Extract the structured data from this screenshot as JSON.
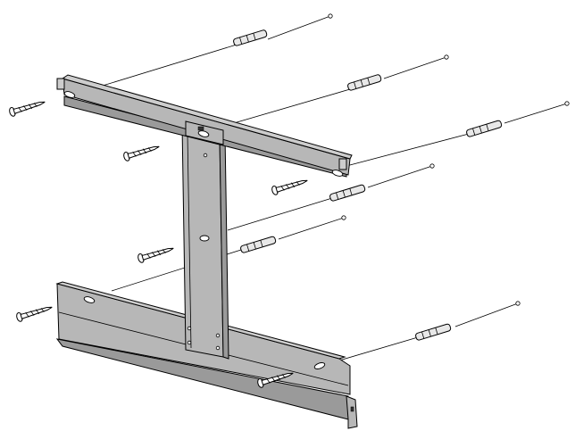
{
  "diagram": {
    "components": [
      "upper-rail",
      "vertical-strut",
      "lower-panel",
      "wood-screws",
      "wall-plugs"
    ],
    "screw_count": 6,
    "plug_count": 6,
    "colors": {
      "metal": "#b7b7b7",
      "metal_dark": "#9a9a9a",
      "outline": "#000000",
      "background": "#ffffff"
    }
  }
}
